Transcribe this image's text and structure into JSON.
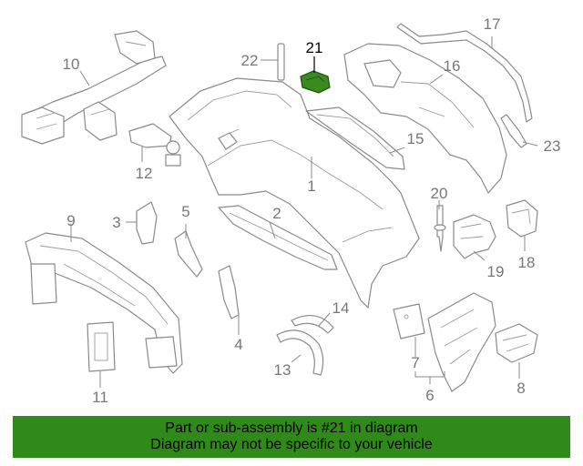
{
  "diagram": {
    "highlight_color": "#3a8a1f",
    "callouts": [
      "1",
      "2",
      "3",
      "4",
      "5",
      "6",
      "7",
      "8",
      "9",
      "10",
      "11",
      "12",
      "13",
      "14",
      "15",
      "16",
      "17",
      "18",
      "19",
      "20",
      "21",
      "22",
      "23"
    ],
    "highlighted_part": "21"
  },
  "banner": {
    "line1": "Part or sub-assembly is #21 in diagram",
    "line2": "Diagram may not be specific to your vehicle",
    "background": "#2f8a1a"
  }
}
